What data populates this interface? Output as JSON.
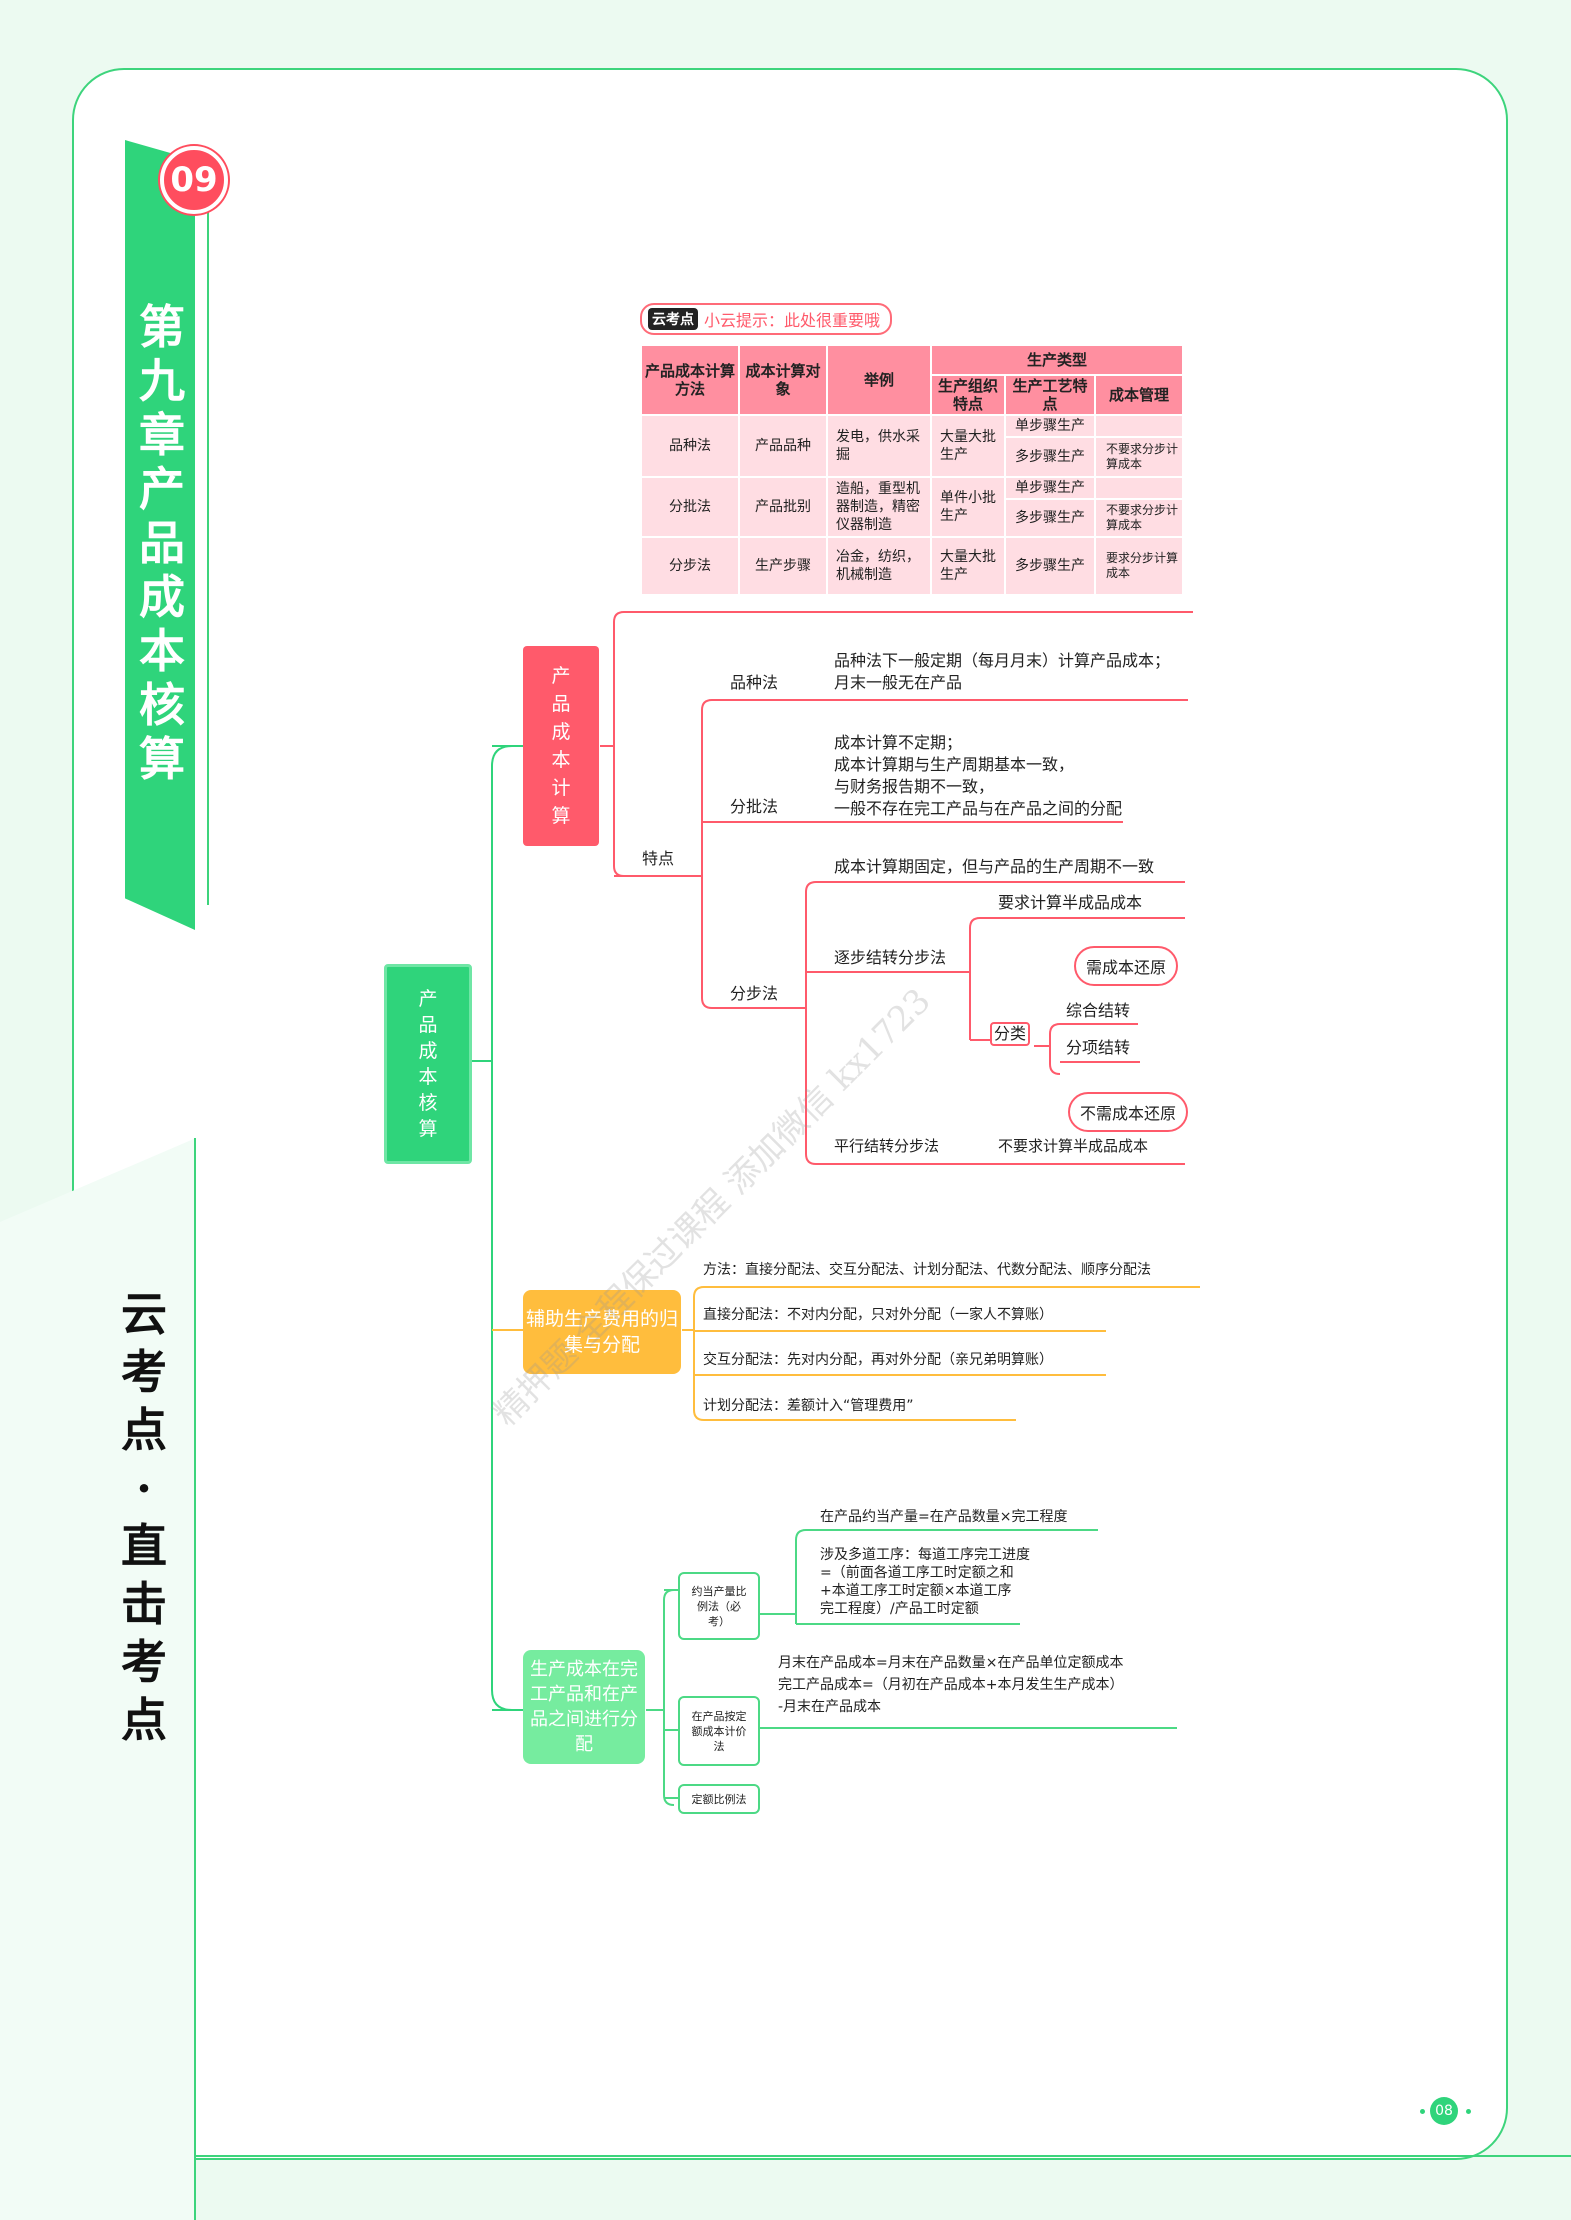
{
  "chapter": {
    "number": "09",
    "title": "第九章 产品成本核算"
  },
  "side": {
    "title": "云考点·直击考点"
  },
  "page_number": "08",
  "tip": {
    "logo": "云考点",
    "text": "小云提示：此处很重要哦"
  },
  "table": {
    "headers": {
      "method": "产品成本计算方法",
      "object": "成本计算对象",
      "example": "举例",
      "production_type": "生产类型",
      "org": "生产组织特点",
      "process": "生产工艺特点",
      "management": "成本管理"
    },
    "rows": [
      {
        "method": "品种法",
        "object": "产品品种",
        "example": "发电，供水采掘",
        "org": "大量大批生产",
        "p1": "单步骤生产",
        "m1": "",
        "p2": "多步骤生产",
        "m2": "不要求分步计算成本"
      },
      {
        "method": "分批法",
        "object": "产品批别",
        "example": "造船，重型机器制造，精密仪器制造",
        "org": "单件小批生产",
        "p1": "单步骤生产",
        "m1": "",
        "p2": "多步骤生产",
        "m2": "不要求分步计算成本"
      },
      {
        "method": "分步法",
        "object": "生产步骤",
        "example": "冶金，纺织，机械制造",
        "org": "大量大批生产",
        "p1": "多步骤生产",
        "m1": "要求分步计算成本"
      }
    ]
  },
  "mindmap": {
    "root": "产品成本核算",
    "branch1": {
      "label": "产品成本计算",
      "feature": "特点",
      "pinzhong": {
        "label": "品种法",
        "text1": "品种法下一般定期（每月月末）计算产品成本；",
        "text2": "月末一般无在产品"
      },
      "fenpi": {
        "label": "分批法",
        "text1": "成本计算不定期；",
        "text2": "成本计算期与生产周期基本一致，",
        "text3": "与财务报告期不一致，",
        "text4": "一般不存在完工产品与在产品之间的分配"
      },
      "fenbu": {
        "label": "分步法",
        "text": "成本计算期固定，但与产品的生产周期不一致",
        "zhubu": {
          "label": "逐步结转分步法",
          "req": "要求计算半成品成本",
          "cls": "分类",
          "zonghe": "综合结转",
          "fenxiang": "分项结转",
          "need": "需成本还原",
          "noneed": "不需成本还原"
        },
        "pingxing": {
          "label": "平行结转分步法",
          "text": "不要求计算半成品成本"
        }
      }
    },
    "branch2": {
      "label": "辅助生产费用的归集与分配",
      "items": [
        "方法：直接分配法、交互分配法、计划分配法、代数分配法、顺序分配法",
        "直接分配法：不对内分配，只对外分配（一家人不算账）",
        "交互分配法：先对内分配，再对外分配（亲兄弟明算账）",
        "计划分配法：差额计入“管理费用”"
      ]
    },
    "branch3": {
      "label": "生产成本在完工产品和在产品之间进行分配",
      "m1": {
        "label": "约当产量比例法（必考）",
        "t1": "在产品约当产量=在产品数量×完工程度",
        "t2a": "涉及多道工序：每道工序完工进度",
        "t2b": "=（前面各道工序工时定额之和",
        "t2c": "+本道工序工时定额×本道工序",
        "t2d": "完工程度）/产品工时定额"
      },
      "m2": {
        "label": "在产品按定额成本计价法",
        "t1": "月末在产品成本=月末在产品数量×在产品单位定额成本",
        "t2": "完工产品成本=（月初在产品成本+本月发生生产成本）",
        "t3": "-月末在产品成本"
      },
      "m3": {
        "label": "定额比例法"
      }
    }
  },
  "watermark": "精押题 全程保过课程 添加微信 kx1723"
}
